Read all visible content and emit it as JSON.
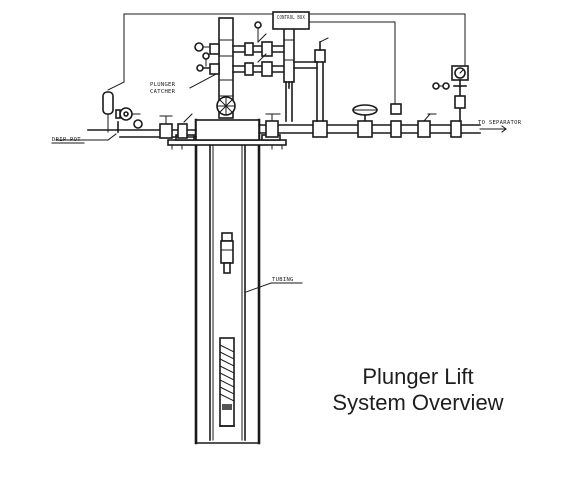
{
  "title_lines": [
    "Plunger Lift",
    "System Overview"
  ],
  "labels": {
    "control_box": "CONTROL BOX",
    "plunger_catcher_1": "PLUNGER",
    "plunger_catcher_2": "CATCHER",
    "drip_pot": "DRIP POT",
    "tubing": "TUBING",
    "to_separator": "TO SEPARATOR"
  }
}
